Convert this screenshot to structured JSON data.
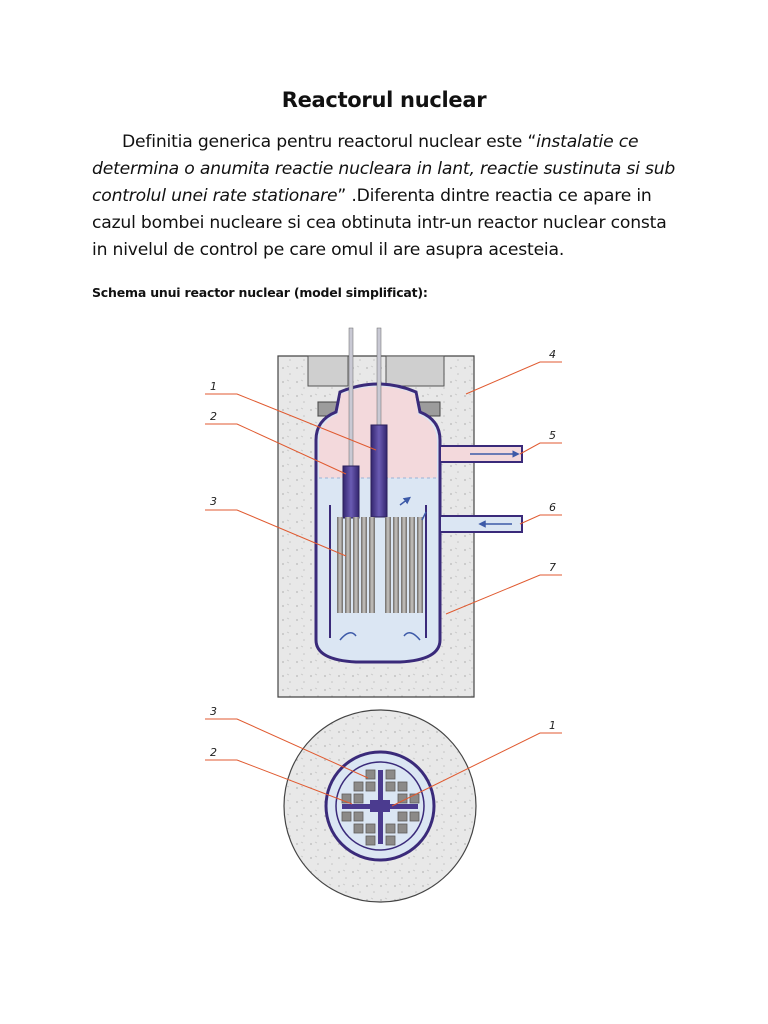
{
  "document": {
    "title": "Reactorul nuclear",
    "paragraph": {
      "part1": "Definitia generica pentru reactorul nuclear este “",
      "italic": "instalatie ce determina o anumita reactie nucleara in lant, reactie sustinuta si sub controlul unei rate stationare",
      "part2": "” .Diferenta dintre reactia ce apare in cazul bombei nucleare si cea obtinuta intr-un reactor nuclear consta in nivelul de control pe care omul il are asupra acesteia."
    },
    "caption": "Schema unui reactor nuclear (model simplificat):"
  },
  "diagram": {
    "side_view_labels": [
      "1",
      "2",
      "3",
      "4",
      "5",
      "6",
      "7"
    ],
    "top_view_labels": [
      "3",
      "2",
      "1"
    ]
  },
  "colors": {
    "vessel_outline": "#3a2a7a",
    "coolant": "#dbe6f3",
    "steam": "#f3d9dc",
    "concrete": "#e6e6e6",
    "control_rod": "#4b3b8f",
    "fuel": "#8c8a88",
    "leader_line": "#e05a30"
  }
}
